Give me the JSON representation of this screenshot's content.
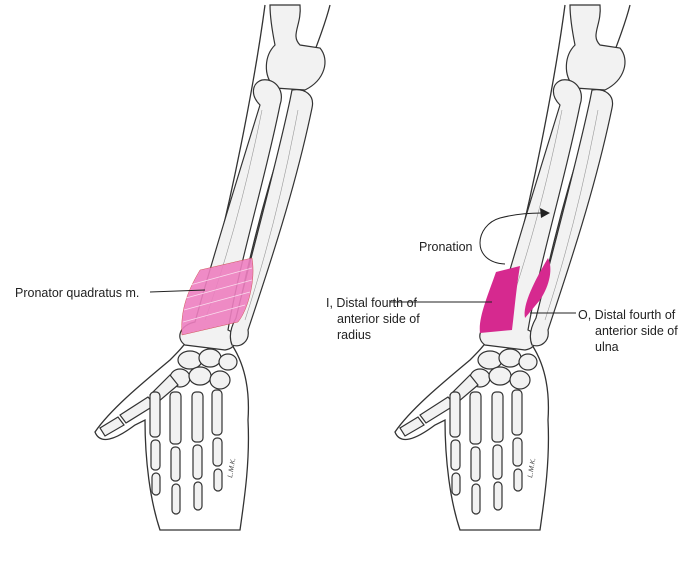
{
  "left_figure": {
    "label": "Pronator quadratus m."
  },
  "right_figure": {
    "motion_label": "Pronation",
    "insertion_label": [
      "I, Distal fourth of",
      "anterior side of",
      "radius"
    ],
    "origin_label": [
      "O, Distal fourth of",
      "anterior side of",
      "ulna"
    ]
  },
  "colors": {
    "muscle_light": "#ee7fc0",
    "attachment": "#d6298f",
    "bone": "#f2f2f2",
    "outline": "#333333"
  },
  "signature": "L.M.K."
}
